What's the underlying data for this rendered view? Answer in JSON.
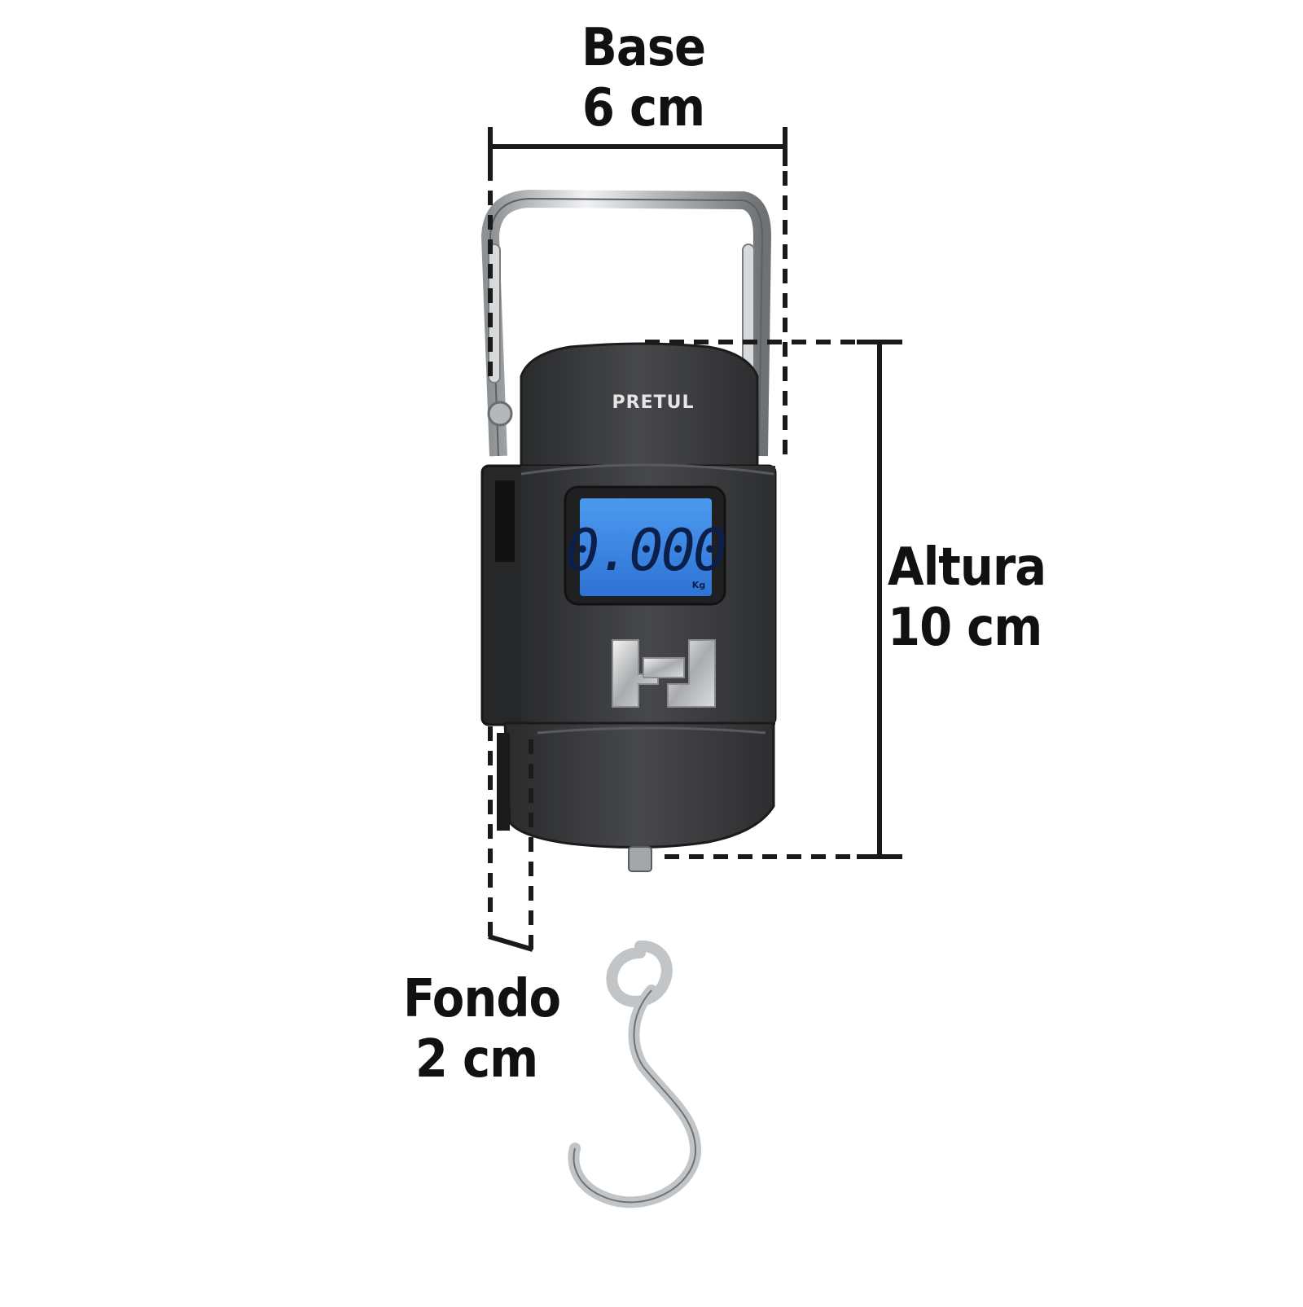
{
  "dimensions": {
    "base": {
      "label": "Base",
      "value": "6 cm"
    },
    "altura": {
      "label": "Altura",
      "value": "10 cm"
    },
    "fondo": {
      "label": "Fondo",
      "value": "2 cm"
    }
  },
  "device": {
    "brand": "PRETUL",
    "display_reading": "0.000",
    "display_unit": "Kg",
    "button_icon": "unit-toggle-button-icon",
    "hook_icon": "s-hook-icon",
    "handle_icon": "metal-handle-icon"
  },
  "colors": {
    "body": "#3a3b3d",
    "lcd": "#3d8be6",
    "lcd_segments": "#0b1f4a",
    "metal": "#c9cbcd",
    "dimension_lines": "#1a1a1a"
  }
}
